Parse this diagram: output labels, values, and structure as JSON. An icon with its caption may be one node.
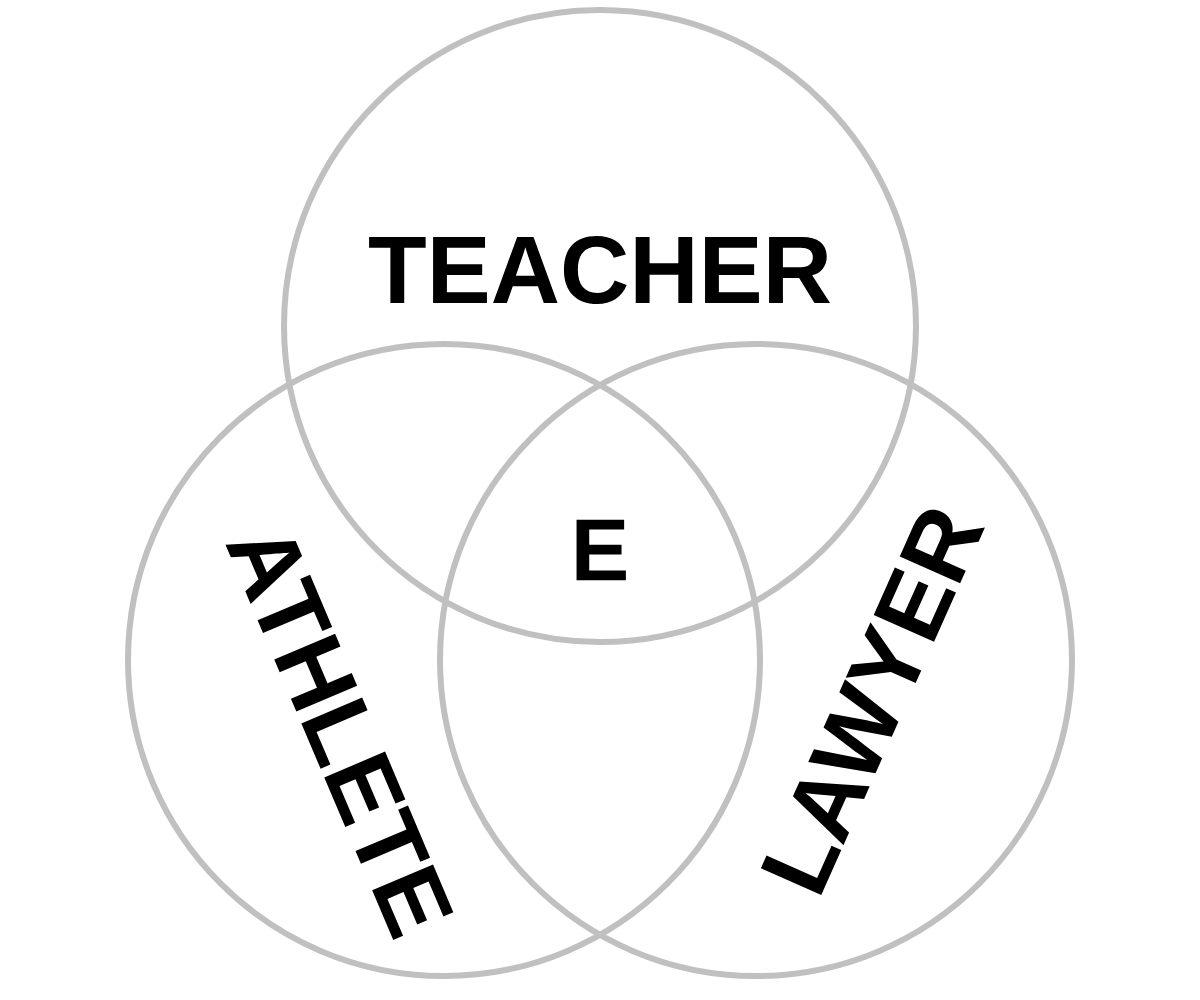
{
  "diagram": {
    "nodes": [
      {
        "text": [
          "TEACHER"
        ]
      },
      {
        "text": [
          "ATHLETE"
        ]
      },
      {
        "text": [
          "LAWYER"
        ]
      }
    ],
    "labels": [
      "E"
    ]
  }
}
